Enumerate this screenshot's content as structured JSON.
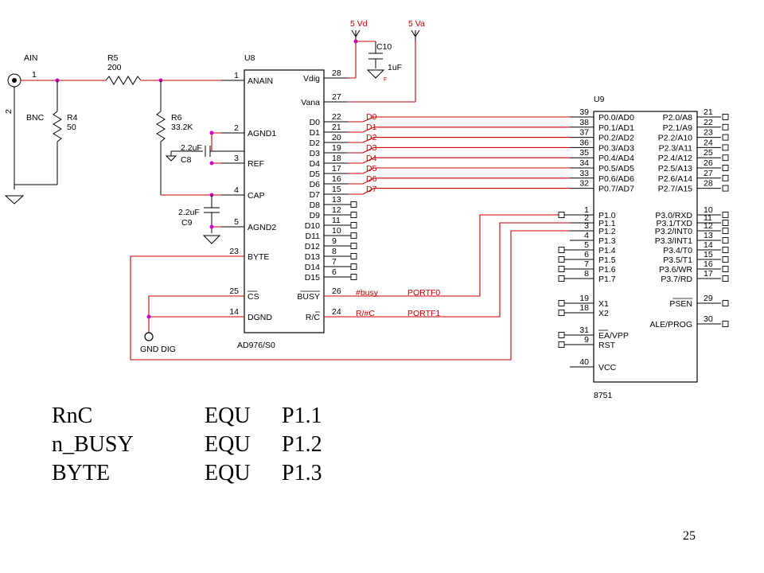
{
  "connectors": {
    "ain_label": "AIN",
    "pin1": "1",
    "pin2": "2",
    "bnc_label": "BNC",
    "gnd_dig_label": "GND DIG"
  },
  "power": {
    "vd": "5 Vd",
    "va": "5 Va",
    "c10_name": "C10",
    "c10_value": "1uF",
    "f_mark": "F"
  },
  "passives": {
    "r5_name": "R5",
    "r5_value": "200",
    "r4_name": "R4",
    "r4_value": "50",
    "r6_name": "R6",
    "r6_value": "33.2K",
    "c8_value": "2.2uF",
    "c8_name": "C8",
    "c9_value": "2.2uF",
    "c9_name": "C9"
  },
  "u8": {
    "ref": "U8",
    "part": "AD976/S0",
    "left_pins": [
      {
        "num": "1",
        "name": "ANAIN"
      },
      {
        "num": "2",
        "name": "AGND1"
      },
      {
        "num": "3",
        "name": "REF"
      },
      {
        "num": "4",
        "name": "CAP"
      },
      {
        "num": "5",
        "name": "AGND2"
      },
      {
        "num": "23",
        "name": "BYTE"
      },
      {
        "num": "25",
        "name": "CS"
      },
      {
        "num": "14",
        "name": "DGND"
      }
    ],
    "right_pins": [
      {
        "num": "28",
        "name": "Vdig"
      },
      {
        "num": "27",
        "name": "Vana"
      },
      {
        "num": "22",
        "name": "D0"
      },
      {
        "num": "21",
        "name": "D1"
      },
      {
        "num": "20",
        "name": "D2"
      },
      {
        "num": "19",
        "name": "D3"
      },
      {
        "num": "18",
        "name": "D4"
      },
      {
        "num": "17",
        "name": "D5"
      },
      {
        "num": "16",
        "name": "D6"
      },
      {
        "num": "15",
        "name": "D7"
      },
      {
        "num": "13",
        "name": "D8"
      },
      {
        "num": "12",
        "name": "D9"
      },
      {
        "num": "11",
        "name": "D10"
      },
      {
        "num": "10",
        "name": "D11"
      },
      {
        "num": "9",
        "name": "D12"
      },
      {
        "num": "8",
        "name": "D13"
      },
      {
        "num": "7",
        "name": "D14"
      },
      {
        "num": "6",
        "name": "D15"
      },
      {
        "num": "26",
        "name": "BUSY"
      },
      {
        "num": "24",
        "name": "R/C"
      }
    ]
  },
  "nets": {
    "data": [
      "D0",
      "D1",
      "D2",
      "D3",
      "D4",
      "D5",
      "D6",
      "D7"
    ],
    "busy": "#busy",
    "rc": "R/#C",
    "portf0": "PORTF0",
    "portf1": "PORTF1"
  },
  "u9": {
    "ref": "U9",
    "part": "8751",
    "left_pins": [
      {
        "num": "39",
        "name": "P0.0/AD0"
      },
      {
        "num": "38",
        "name": "P0.1/AD1"
      },
      {
        "num": "37",
        "name": "P0.2/AD2"
      },
      {
        "num": "36",
        "name": "P0.3/AD3"
      },
      {
        "num": "35",
        "name": "P0.4/AD4"
      },
      {
        "num": "34",
        "name": "P0.5/AD5"
      },
      {
        "num": "33",
        "name": "P0.6/AD6"
      },
      {
        "num": "32",
        "name": "P0.7/AD7"
      },
      {
        "num": "1",
        "name": "P1.0"
      },
      {
        "num": "2",
        "name": "P1.1"
      },
      {
        "num": "3",
        "name": "P1.2"
      },
      {
        "num": "4",
        "name": "P1.3"
      },
      {
        "num": "5",
        "name": "P1.4"
      },
      {
        "num": "6",
        "name": "P1.5"
      },
      {
        "num": "7",
        "name": "P1.6"
      },
      {
        "num": "8",
        "name": "P1.7"
      },
      {
        "num": "19",
        "name": "X1"
      },
      {
        "num": "18",
        "name": "X2"
      },
      {
        "num": "31",
        "name": "EA/VPP"
      },
      {
        "num": "9",
        "name": "RST"
      },
      {
        "num": "40",
        "name": "VCC"
      }
    ],
    "right_pins": [
      {
        "num": "21",
        "name": "P2.0/A8"
      },
      {
        "num": "22",
        "name": "P2.1/A9"
      },
      {
        "num": "23",
        "name": "P2.2/A10"
      },
      {
        "num": "24",
        "name": "P2.3/A11"
      },
      {
        "num": "25",
        "name": "P2.4/A12"
      },
      {
        "num": "26",
        "name": "P2.5/A13"
      },
      {
        "num": "27",
        "name": "P2.6/A14"
      },
      {
        "num": "28",
        "name": "P2.7/A15"
      },
      {
        "num": "10",
        "name": "P3.0/RXD"
      },
      {
        "num": "11",
        "name": "P3.1/TXD"
      },
      {
        "num": "12",
        "name": "P3.2/INT0"
      },
      {
        "num": "13",
        "name": "P3.3/INT1"
      },
      {
        "num": "14",
        "name": "P3.4/T0"
      },
      {
        "num": "15",
        "name": "P3.5/T1"
      },
      {
        "num": "16",
        "name": "P3.6/WR"
      },
      {
        "num": "17",
        "name": "P3.7/RD"
      },
      {
        "num": "29",
        "name": "PSEN"
      },
      {
        "num": "30",
        "name": "ALE/PROG"
      }
    ]
  },
  "equates": [
    {
      "symbol": "RnC",
      "directive": "EQU",
      "port": "P1.1"
    },
    {
      "symbol": "n_BUSY",
      "directive": "EQU",
      "port": "P1.2"
    },
    {
      "symbol": "BYTE",
      "directive": "EQU",
      "port": "P1.3"
    }
  ],
  "page_number": "25"
}
